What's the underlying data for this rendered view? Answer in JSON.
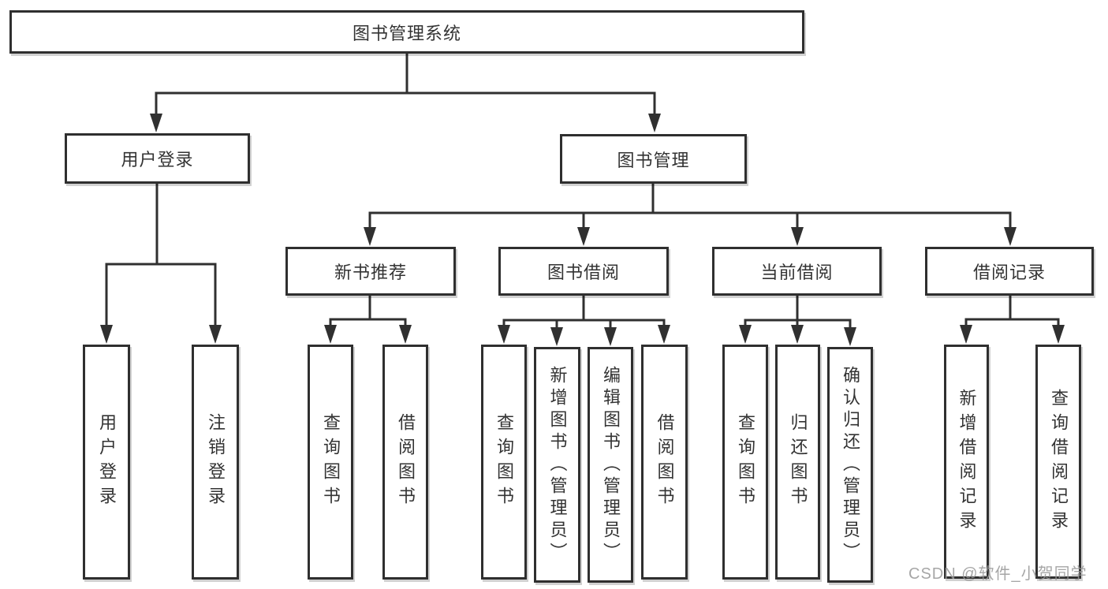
{
  "tree": {
    "root": {
      "label": "图书管理系统"
    },
    "branches": [
      {
        "label": "用户登录",
        "children": [
          {
            "label": "用户登录"
          },
          {
            "label": "注销登录"
          }
        ]
      },
      {
        "label": "图书管理",
        "children": [
          {
            "label": "新书推荐",
            "children": [
              {
                "label": "查询图书"
              },
              {
                "label": "借阅图书"
              }
            ]
          },
          {
            "label": "图书借阅",
            "children": [
              {
                "label": "查询图书"
              },
              {
                "label": "新增图书（管理员）"
              },
              {
                "label": "编辑图书（管理员）"
              },
              {
                "label": "借阅图书"
              }
            ]
          },
          {
            "label": "当前借阅",
            "children": [
              {
                "label": "查询图书"
              },
              {
                "label": "归还图书"
              },
              {
                "label": "确认归还（管理员）"
              }
            ]
          },
          {
            "label": "借阅记录",
            "children": [
              {
                "label": "新增借阅记录"
              },
              {
                "label": "查询借阅记录"
              }
            ]
          }
        ]
      }
    ]
  },
  "watermark": "CSDN @软件_小贺同学",
  "colors": {
    "line": "#303030",
    "border": "#2f2f2f",
    "text": "#333333",
    "box_fill": "#ffffff",
    "background": "#ffffff",
    "watermark": "#969696"
  }
}
